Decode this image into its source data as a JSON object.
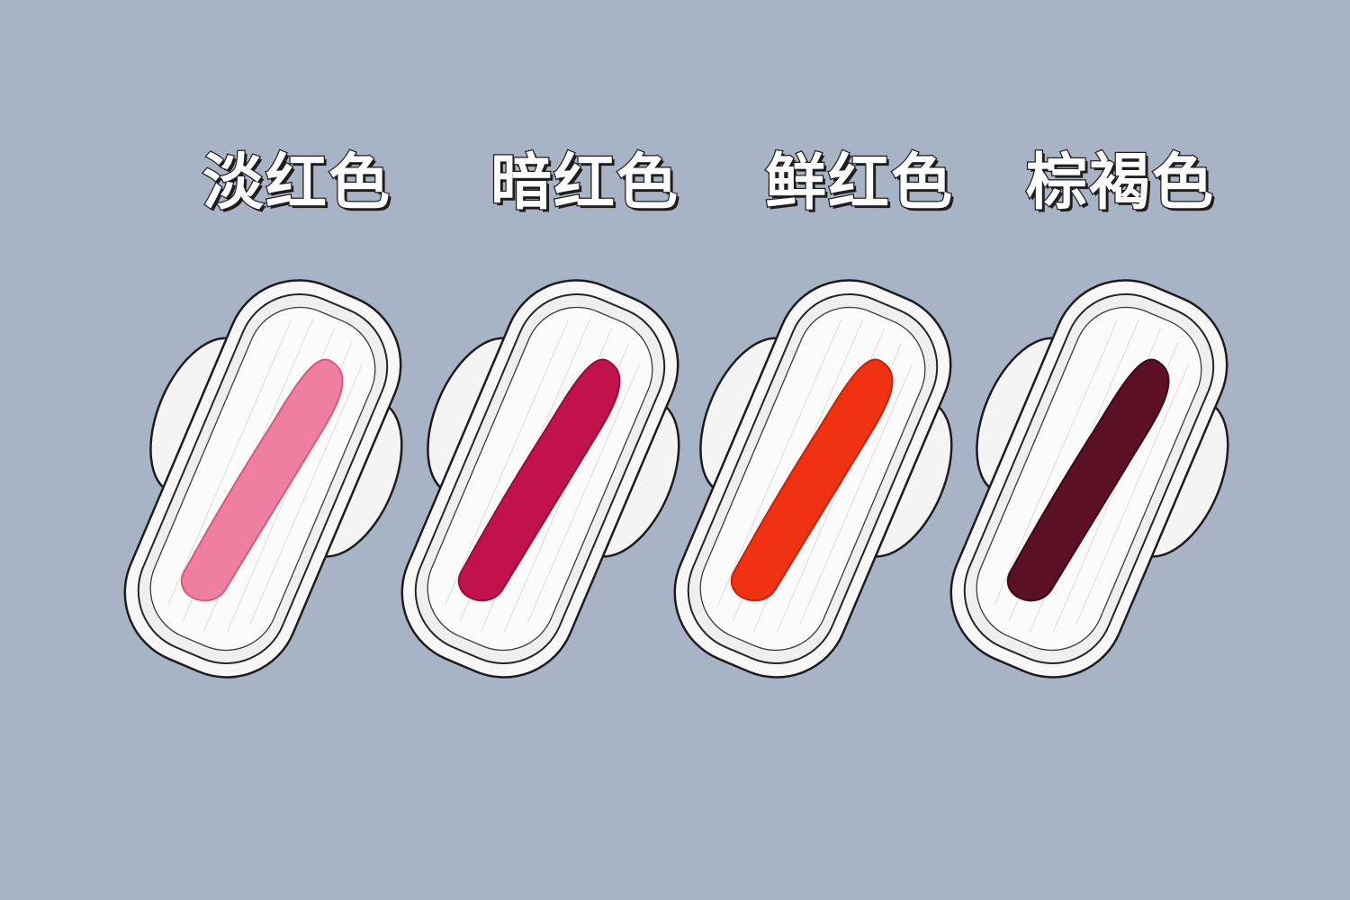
{
  "background_color": "#a8b4c6",
  "items": [
    {
      "label": "淡红色",
      "stain_color": "#ee7fa0",
      "stain_dark": "#d9587e"
    },
    {
      "label": "暗红色",
      "stain_color": "#c2124b",
      "stain_dark": "#9a0b39"
    },
    {
      "label": "鲜红色",
      "stain_color": "#f03212",
      "stain_dark": "#c92208"
    },
    {
      "label": "棕褐色",
      "stain_color": "#5c1026",
      "stain_dark": "#420818"
    }
  ]
}
